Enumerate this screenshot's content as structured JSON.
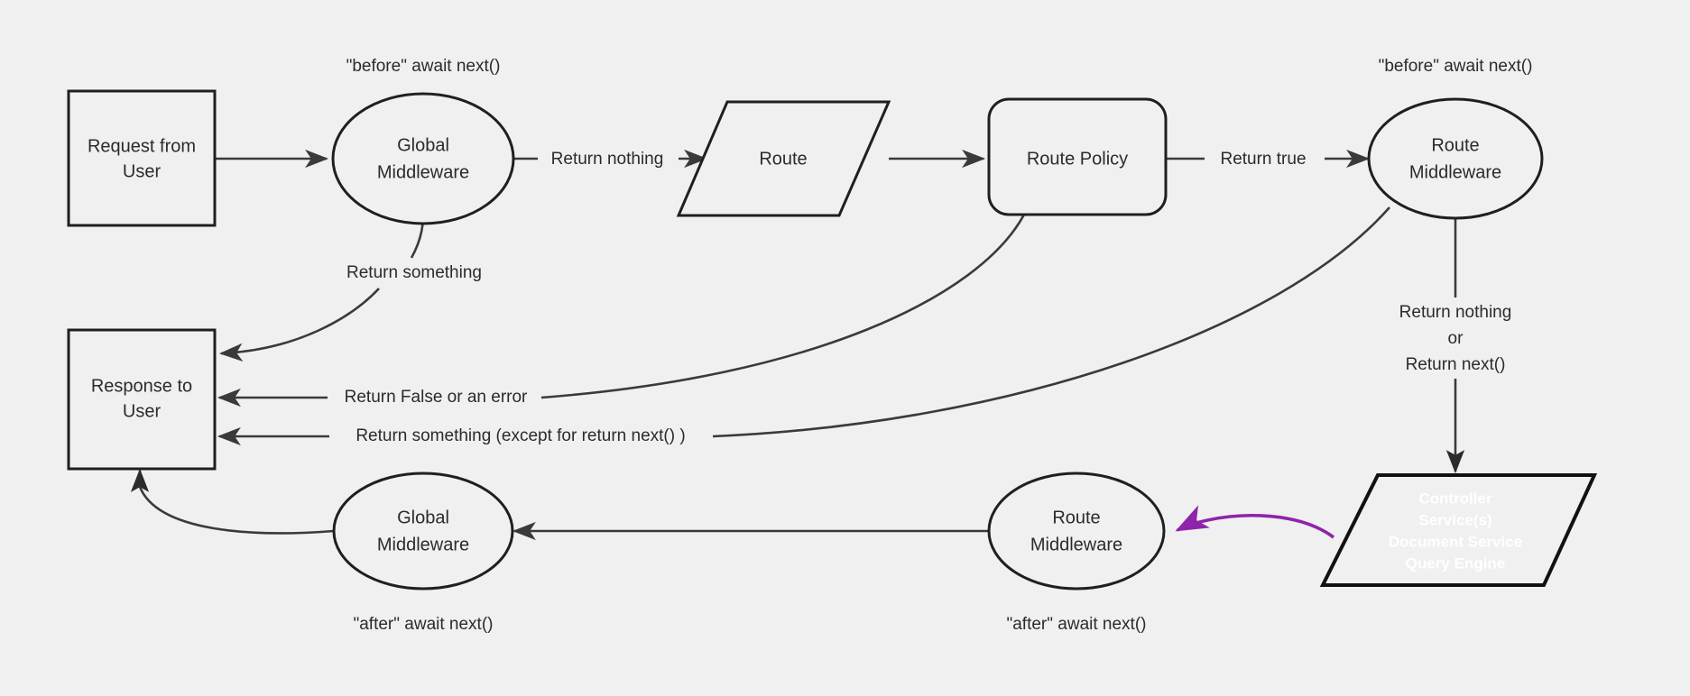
{
  "diagram": {
    "title": "Middleware request lifecycle flowchart",
    "background_color": "#f0f0f0",
    "stroke_color": "#1f1f1f",
    "edge_color": "#3a3a3a",
    "accent_color": "#8e24aa",
    "accent_text_color": "#ffffff"
  },
  "nodes": {
    "request_from_user": {
      "label_line1": "Request from",
      "label_line2": "User",
      "shape": "rectangle"
    },
    "global_middleware_before": {
      "label_line1": "Global",
      "label_line2": "Middleware",
      "shape": "ellipse"
    },
    "route": {
      "label_line1": "Route",
      "shape": "parallelogram"
    },
    "route_policy": {
      "label_line1": "Route Policy",
      "shape": "rounded-rectangle"
    },
    "route_middleware_before": {
      "label_line1": "Route",
      "label_line2": "Middleware",
      "shape": "ellipse"
    },
    "controller": {
      "label_line1": "Controller",
      "label_line2": "Service(s)",
      "label_line3": "Document Service",
      "label_line4": "Query Engine",
      "shape": "parallelogram",
      "fill": "#8e24aa"
    },
    "route_middleware_after": {
      "label_line1": "Route",
      "label_line2": "Middleware",
      "shape": "ellipse"
    },
    "global_middleware_after": {
      "label_line1": "Global",
      "label_line2": "Middleware",
      "shape": "ellipse"
    },
    "response_to_user": {
      "label_line1": "Response to",
      "label_line2": "User",
      "shape": "rectangle"
    }
  },
  "edge_labels": {
    "return_nothing": "Return nothing",
    "return_true": "Return true",
    "return_something": "Return something",
    "return_false_or_error": "Return False or an error",
    "return_something_except_next": "Return something (except for return next() )",
    "return_nothing_or_next_line1": "Return nothing",
    "return_nothing_or_next_line2": "or",
    "return_nothing_or_next_line3": "Return next()"
  },
  "annotations": {
    "before_await_next_global": "\"before\" await next()",
    "before_await_next_route": "\"before\" await next()",
    "after_await_next_global": "\"after\" await next()",
    "after_await_next_route": "\"after\" await next()"
  }
}
